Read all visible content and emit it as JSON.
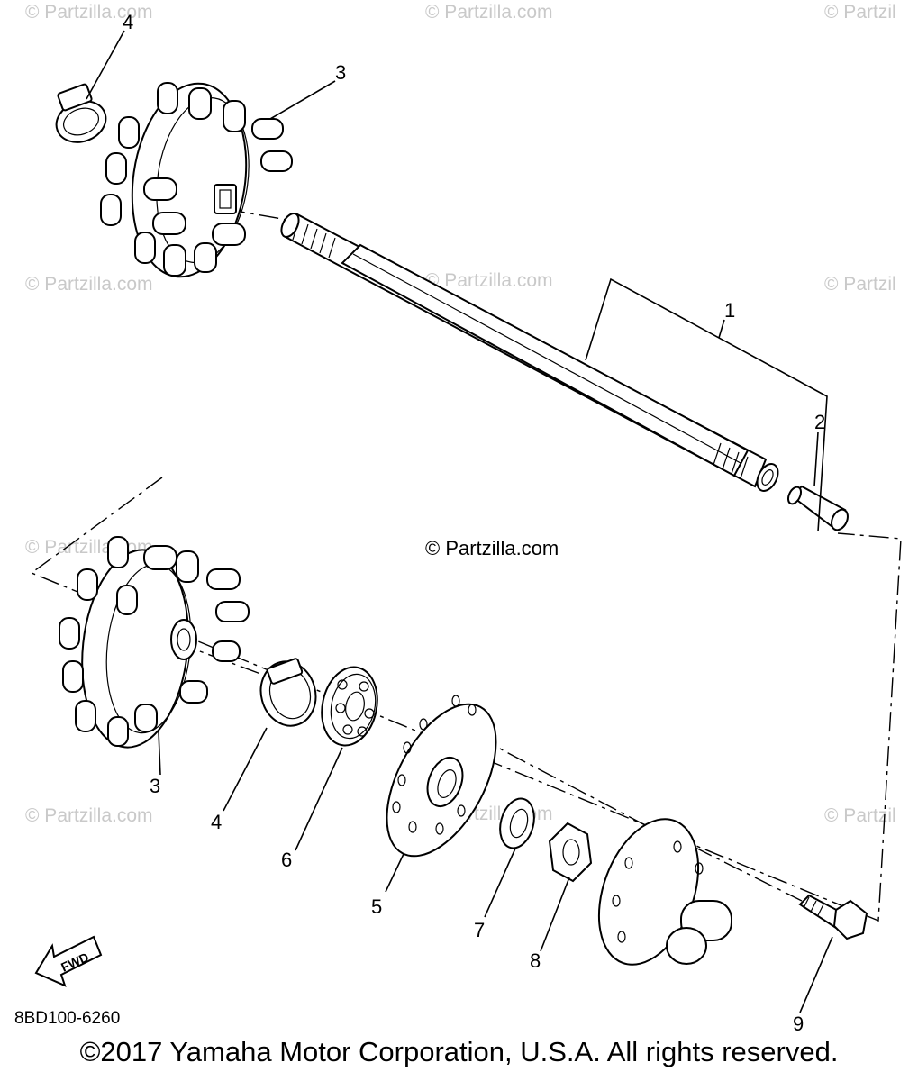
{
  "watermarks": {
    "top_left": "© Partzilla.com",
    "top_center": "© Partzilla.com",
    "top_right": "© Partzil",
    "mid_left": "© Partzilla.com",
    "mid_center": "© Partzilla.com",
    "mid_right": "© Partzil",
    "center_dark": "© Partzilla.com",
    "low_left": "© Partzilla.com",
    "low_center": "© Partzilla.com",
    "low_right": "© Partzil"
  },
  "callouts": {
    "shaft": "1",
    "pin": "2",
    "sprocket_upper": "3",
    "clamp_upper": "4",
    "sprocket_lower": "3",
    "clamp_lower": "4",
    "bearing": "6",
    "plate": "5",
    "washer": "7",
    "nut": "8",
    "bolt": "9"
  },
  "fwd_label": "FWD",
  "diagram_code": "8BD100-6260",
  "copyright": "©2017  Yamaha Motor Corporation, U.S.A. All rights reserved."
}
